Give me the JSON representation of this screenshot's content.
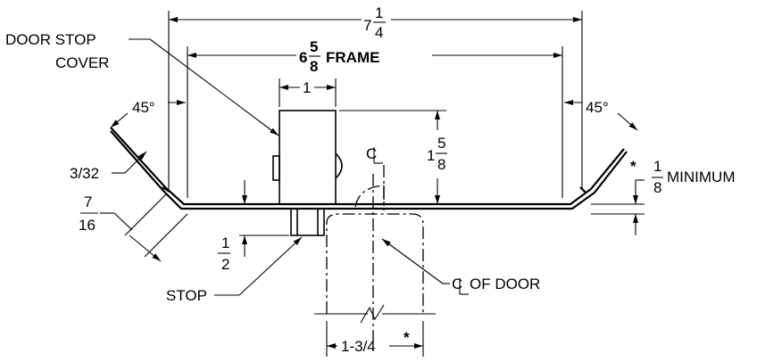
{
  "labels": {
    "overall_width": {
      "whole": "7",
      "num": "1",
      "den": "4"
    },
    "frame_width": {
      "whole": "6",
      "num": "5",
      "den": "8",
      "suffix": "FRAME"
    },
    "stop_cover_width": "1",
    "door_stop_cover": [
      "DOOR STOP",
      "COVER"
    ],
    "left_angle": "45°",
    "right_angle": "45°",
    "thickness": "3/32",
    "left_height": {
      "num": "7",
      "den": "16"
    },
    "cover_height": {
      "whole": "1",
      "num": "5",
      "den": "8"
    },
    "minimum": {
      "mark": "*",
      "num": "1",
      "den": "8",
      "text": "MINIMUM"
    },
    "stop_height": {
      "num": "1",
      "den": "2"
    },
    "stop": "STOP",
    "centerline_symbol": "C",
    "center_of_door": "OF DOOR",
    "door_dim": {
      "text": "1-3/4",
      "mark": "*"
    }
  }
}
